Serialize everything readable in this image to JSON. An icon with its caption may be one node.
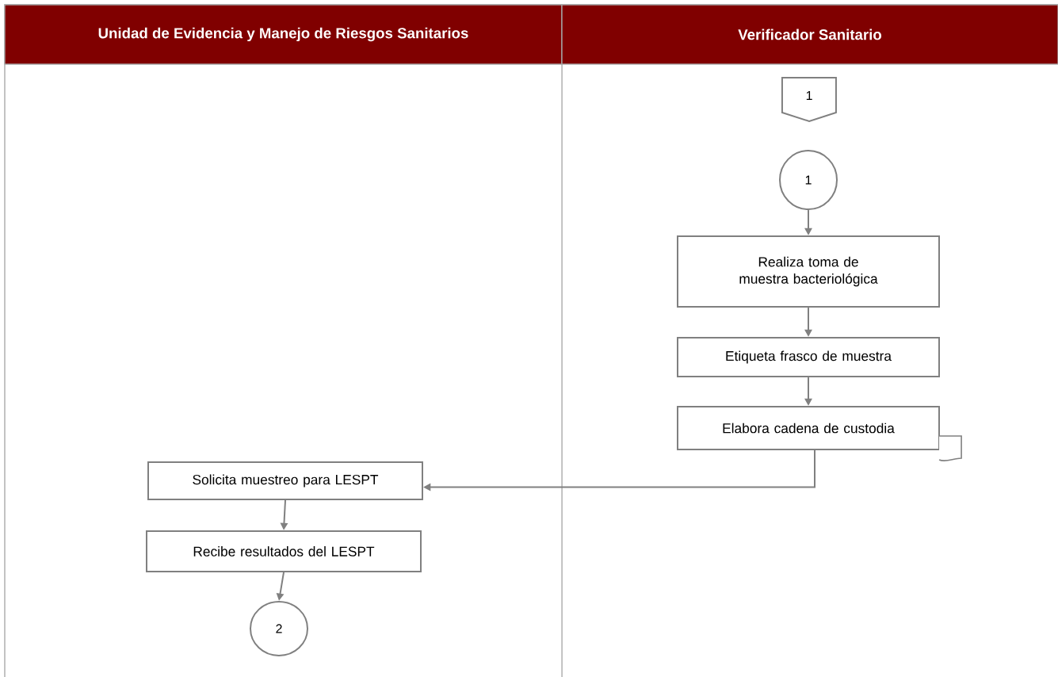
{
  "diagram": {
    "nodes": [
      {
        "text": [
          "Unidad de Evidencia y Manejo de Riesgos Sanitarios"
        ]
      },
      {
        "text": [
          "Verificador Sanitario"
        ]
      },
      {
        "text": [
          "1"
        ]
      },
      {
        "text": [
          "1"
        ]
      },
      {
        "text": [
          "Realiza toma de muestra bacteriológica"
        ]
      },
      {
        "text": [
          "Etiqueta frasco de muestra"
        ]
      },
      {
        "text": [
          "Elabora cadena de custodia"
        ]
      },
      {
        "text": [
          "Solicita muestreo para LESPT"
        ]
      },
      {
        "text": [
          "Recibe resultados del LESPT"
        ]
      },
      {
        "text": [
          "2"
        ]
      }
    ],
    "edges": [
      {
        "from": 3,
        "to": 4,
        "arrow": "to"
      },
      {
        "from": 4,
        "to": 5,
        "arrow": "to"
      },
      {
        "from": 5,
        "to": 6,
        "arrow": "to"
      },
      {
        "from": 6,
        "to": 7,
        "arrow": "to"
      },
      {
        "from": 7,
        "to": 8,
        "arrow": "to"
      },
      {
        "from": 8,
        "to": 9,
        "arrow": "to"
      }
    ]
  }
}
